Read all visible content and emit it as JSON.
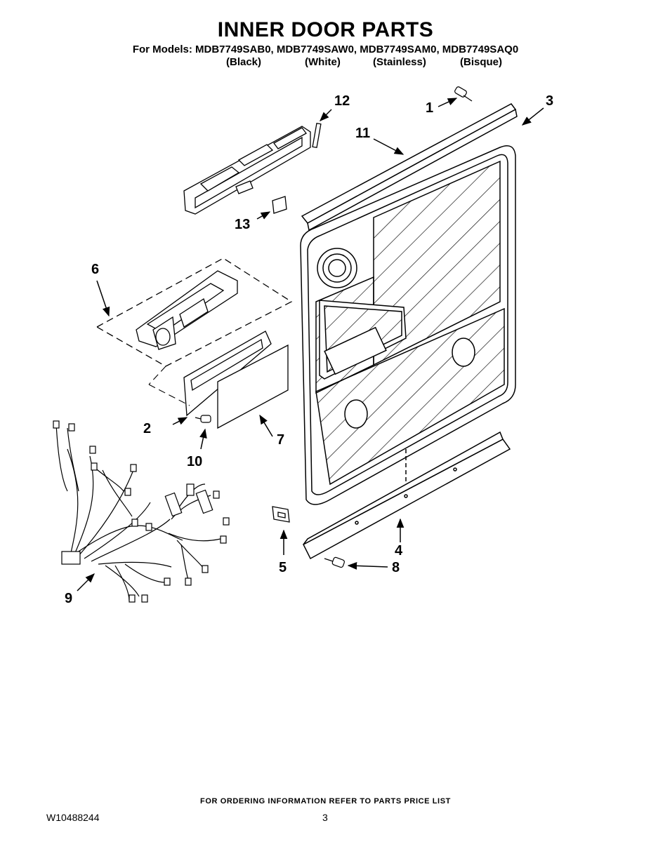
{
  "header": {
    "title": "INNER DOOR PARTS",
    "models_line": "For Models: MDB7749SAB0, MDB7749SAW0, MDB7749SAM0, MDB7749SAQ0",
    "variants": [
      "(Black)",
      "(White)",
      "(Stainless)",
      "(Bisque)"
    ]
  },
  "callouts": [
    "1",
    "2",
    "3",
    "4",
    "5",
    "6",
    "7",
    "8",
    "9",
    "10",
    "11",
    "12",
    "13"
  ],
  "footer": {
    "ordering_note": "FOR ORDERING INFORMATION REFER TO PARTS PRICE LIST",
    "document_number": "W10488244",
    "page_number": "3"
  }
}
